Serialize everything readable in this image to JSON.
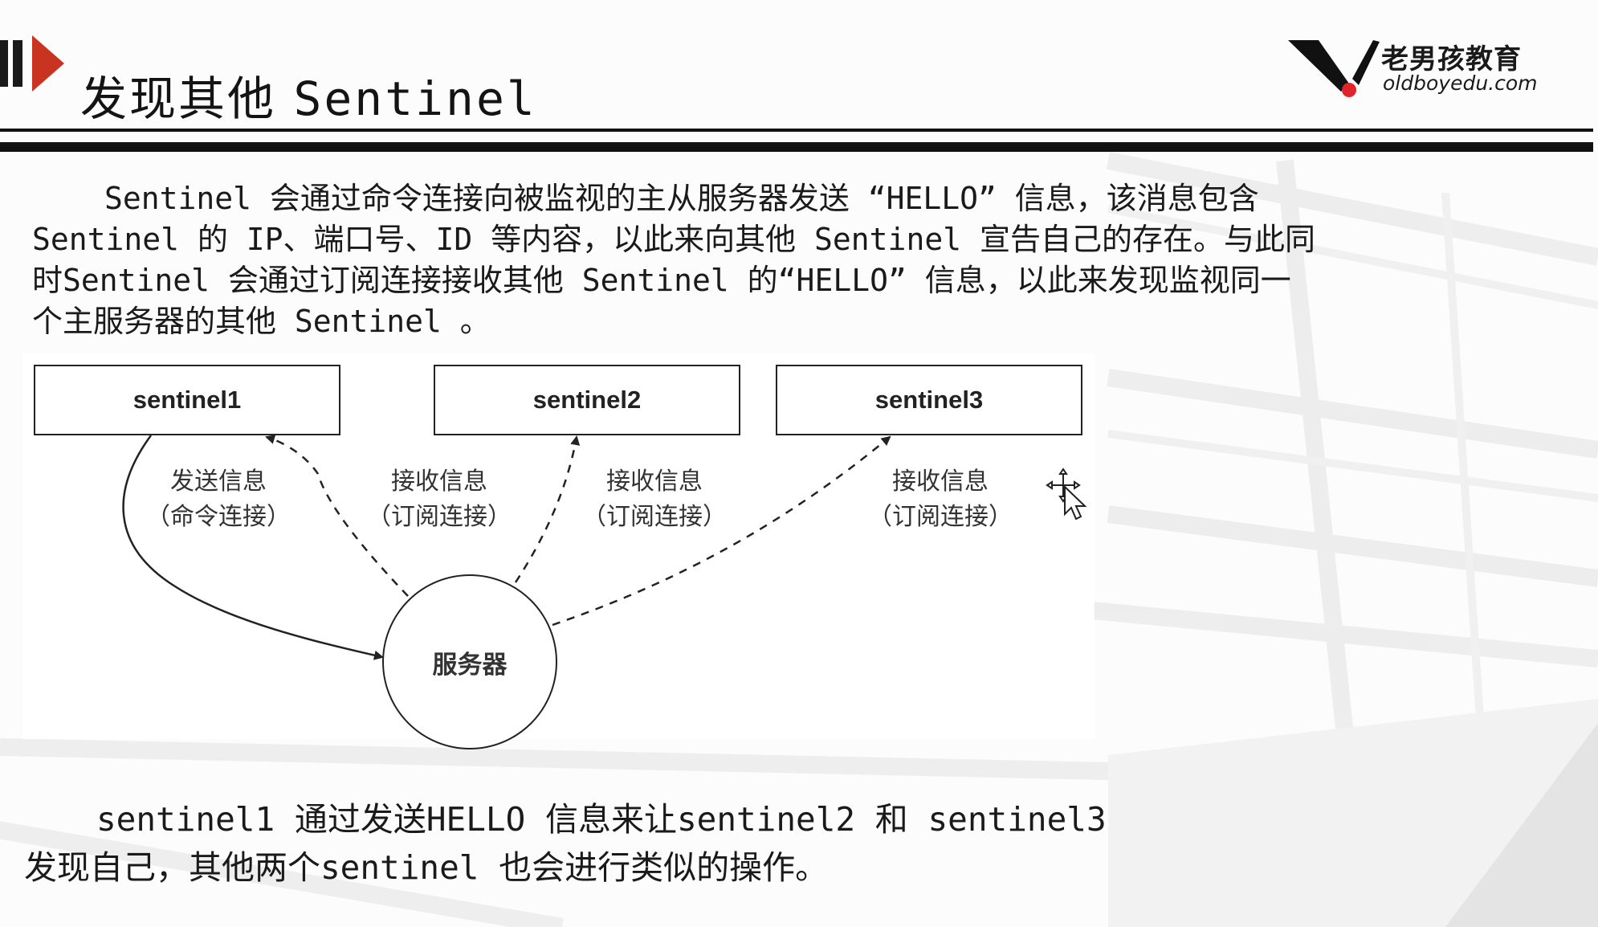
{
  "header": {
    "title_cn": "发现其他",
    "title_en": "Sentinel",
    "logo": {
      "name": "老男孩教育",
      "domain": "oldboyedu.com",
      "accent_color": "#e0242b"
    },
    "title_mark_color": "#c8341f"
  },
  "intro": {
    "lines": [
      "Sentinel 会通过命令连接向被监视的主从服务器发送 “HELLO” 信息，该消息包含",
      "Sentinel 的 IP、端口号、ID 等内容，以此来向其他 Sentinel 宣告自己的存在。与此同",
      "时Sentinel 会通过订阅连接接收其他 Sentinel 的“HELLO” 信息，以此来发现监视同一",
      "个主服务器的其他 Sentinel 。"
    ]
  },
  "diagram": {
    "nodes": {
      "sentinel1": "sentinel1",
      "sentinel2": "sentinel2",
      "sentinel3": "sentinel3",
      "server": "服务器"
    },
    "edges": [
      {
        "from": "sentinel1",
        "to": "server",
        "style": "solid",
        "label_top": "发送信息",
        "label_bottom": "（命令连接）"
      },
      {
        "from": "server",
        "to": "sentinel1",
        "style": "dashed",
        "label_top": "接收信息",
        "label_bottom": "（订阅连接）"
      },
      {
        "from": "server",
        "to": "sentinel2",
        "style": "dashed",
        "label_top": "接收信息",
        "label_bottom": "（订阅连接）"
      },
      {
        "from": "server",
        "to": "sentinel3",
        "style": "dashed",
        "label_top": "接收信息",
        "label_bottom": "（订阅连接）"
      }
    ]
  },
  "summary": {
    "lines": [
      "sentinel1 通过发送HELLO 信息来让sentinel2 和 sentinel3",
      "发现自己，其他两个sentinel 也会进行类似的操作。"
    ]
  }
}
